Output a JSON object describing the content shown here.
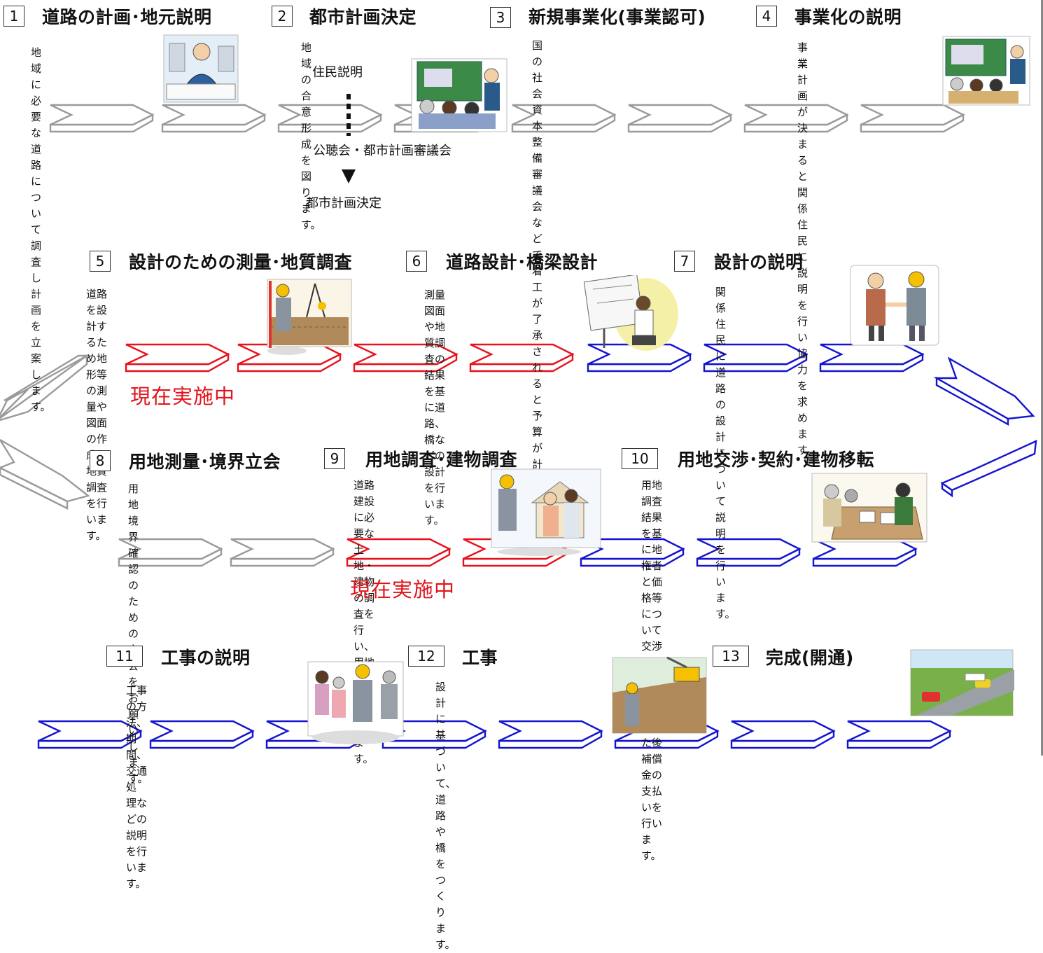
{
  "colors": {
    "gray": "#9a9a9a",
    "red": "#e8121c",
    "blue": "#1414d0",
    "status": "#e0141c"
  },
  "steps": [
    {
      "num": "1",
      "title": "道路の計画･地元説明",
      "desc": "地域に必要な道路に\nついて調査し計画を\n立案します。"
    },
    {
      "num": "2",
      "title": "都市計画決定",
      "desc": "地域の合意形成を図ります。"
    },
    {
      "num": "3",
      "title": "新規事業化(事業認可)",
      "desc": "国の社会資本整備審議会などで着\n工が了承されると予算が計上され\nます。"
    },
    {
      "num": "4",
      "title": "事業化の説明",
      "desc": "事業計画が決まると\n関係住民に説明を行\nい協力を求めます。"
    },
    {
      "num": "5",
      "title": "設計のための測量･地質調査",
      "desc": "道路を設計するため地形等\nの測量や図面の作成、地質\n調査を行います。"
    },
    {
      "num": "6",
      "title": "道路設計･橋梁設計",
      "desc": "測量図面や地質調査の\n結果を基に道路、橋な\nどの設計を行います。"
    },
    {
      "num": "7",
      "title": "設計の説明",
      "desc": "関係住民に道路の\n設計について説明\nを行います。"
    },
    {
      "num": "8",
      "title": "用地測量･境界立会",
      "desc": "用地境界確認のための立会を\nお願いします。"
    },
    {
      "num": "9",
      "title": "用地調査･建物調査",
      "desc": "道路建設に必要な土\n地・建物の調査を行\nい、用地補償費を算\n定します。"
    },
    {
      "num": "10",
      "title": "用地交渉･契約･建物移転",
      "desc": "用地調査結果を基に地権者\nと価格等について交渉を行\nい、契約合意を得た後補償\n金の支払いを行います。"
    },
    {
      "num": "11",
      "title": "工事の説明",
      "desc": "工事の方法、期間、交通処\n理などの説明を行います。"
    },
    {
      "num": "12",
      "title": "工事",
      "desc": "設計に基づいて、道路や橋\nをつくります。"
    },
    {
      "num": "13",
      "title": "完成(開通)",
      "desc": ""
    }
  ],
  "flow2": {
    "a": "住民説明",
    "b": "公聴会・都市計画審議会",
    "c": "都市計画決定"
  },
  "status": {
    "row2": "現在実施中",
    "row3": "現在実施中"
  },
  "arrow_rows": [
    {
      "colors": [
        "gray",
        "gray",
        "gray",
        "gray",
        "gray",
        "gray",
        "gray",
        "gray"
      ]
    },
    {
      "colors": [
        "red",
        "red",
        "red",
        "red",
        "blue",
        "blue",
        "blue"
      ]
    },
    {
      "colors": [
        "gray",
        "gray",
        "red",
        "red",
        "blue",
        "blue",
        "blue"
      ]
    },
    {
      "colors": [
        "blue",
        "blue",
        "blue",
        "blue",
        "blue",
        "blue",
        "blue",
        "blue"
      ]
    }
  ],
  "illustrations": [
    {
      "icon": "presenter-with-plans-icon"
    },
    {
      "icon": "residents-meeting-icon"
    },
    {
      "icon": "residents-meeting-icon"
    },
    {
      "icon": "surveyor-icon"
    },
    {
      "icon": "drafting-desk-icon"
    },
    {
      "icon": "handshake-icon"
    },
    {
      "icon": "building-survey-icon"
    },
    {
      "icon": "negotiation-table-icon"
    },
    {
      "icon": "construction-briefing-icon"
    },
    {
      "icon": "construction-site-icon"
    },
    {
      "icon": "completed-road-icon"
    }
  ]
}
